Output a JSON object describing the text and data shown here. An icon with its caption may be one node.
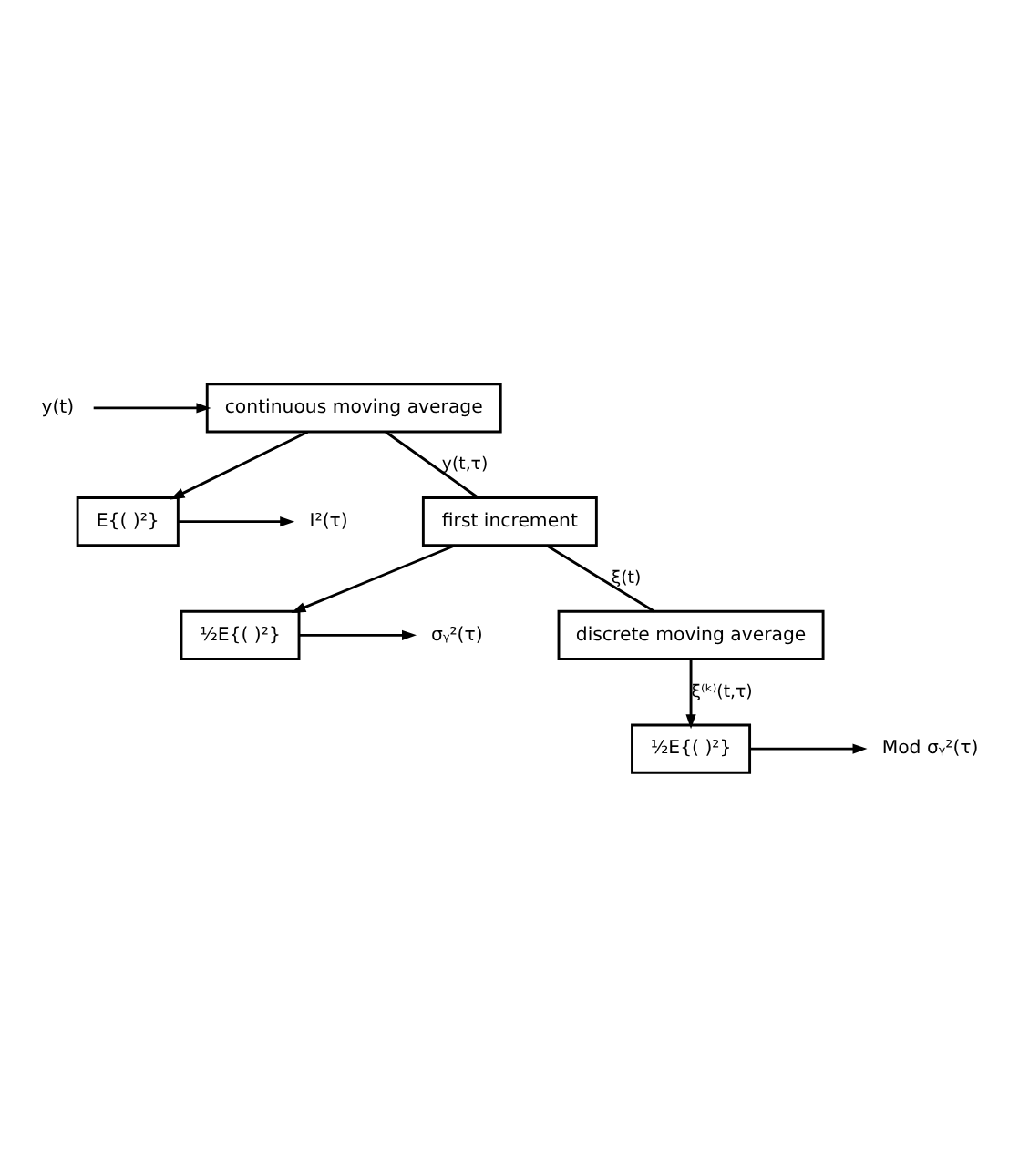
{
  "diagram": {
    "nodes": [
      {
        "text": [
          "y(t)"
        ]
      },
      {
        "text": [
          "continuous moving average"
        ]
      },
      {
        "text": [
          "E{( )²}"
        ]
      },
      {
        "text": [
          "I²(τ)"
        ]
      },
      {
        "text": [
          "first increment"
        ]
      },
      {
        "text": [
          "½E{( )²}"
        ]
      },
      {
        "text": [
          "σᵧ²(τ)"
        ]
      },
      {
        "text": [
          "discrete moving average"
        ]
      },
      {
        "text": [
          "½E{( )²}"
        ]
      },
      {
        "text": [
          "Mod σᵧ²(τ)"
        ]
      }
    ],
    "edges": [
      {
        "from": 0,
        "to": 1,
        "arrow": "to"
      },
      {
        "from": 1,
        "to": 2,
        "arrow": "to"
      },
      {
        "from": 1,
        "to": 4,
        "arrow": "none",
        "label": "y(t,τ)"
      },
      {
        "from": 2,
        "to": 3,
        "arrow": "to"
      },
      {
        "from": 4,
        "to": 5,
        "arrow": "to"
      },
      {
        "from": 4,
        "to": 7,
        "arrow": "none",
        "label": "ξ(t)"
      },
      {
        "from": 5,
        "to": 6,
        "arrow": "to"
      },
      {
        "from": 7,
        "to": 8,
        "arrow": "to",
        "label": "ξ⁽ᵏ⁾(t,τ)"
      },
      {
        "from": 8,
        "to": 9,
        "arrow": "to"
      }
    ]
  }
}
